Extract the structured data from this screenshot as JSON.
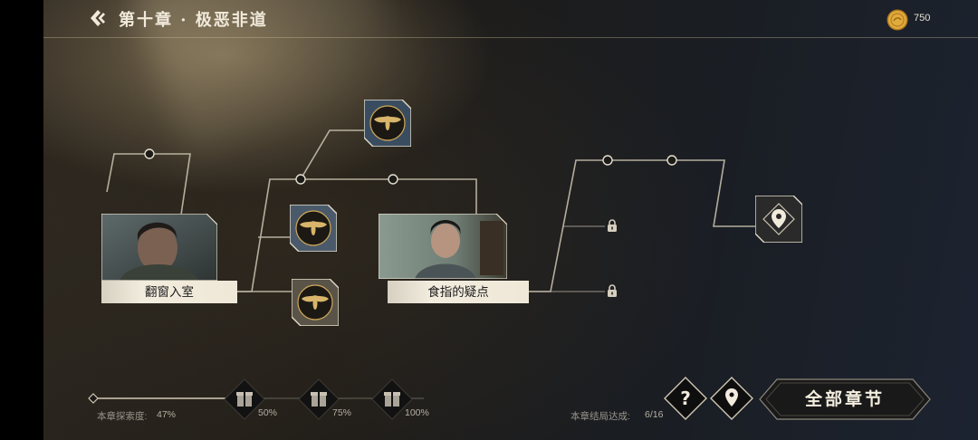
{
  "header": {
    "title": "第十章 · 极恶非道",
    "coins": "750"
  },
  "map": {
    "scene_1": {
      "label": "翻窗入室"
    },
    "scene_2": {
      "label": "食指的疑点"
    }
  },
  "footer": {
    "exploration_label": "本章探索度:",
    "exploration_value": "47%",
    "exploration_progress": 0.47,
    "rewards": [
      {
        "threshold": "50%"
      },
      {
        "threshold": "75%"
      },
      {
        "threshold": "100%"
      }
    ],
    "ending_label": "本章结局达成:",
    "ending_value": "6/16",
    "all_chapters_label": "全部章节"
  },
  "colors": {
    "line": "#cfc7b3",
    "label_bg": "#f2ecde",
    "accent_gold": "#d9a13a"
  },
  "icons": [
    "back-icon",
    "coin-icon",
    "moth-emblem-icon",
    "lock-icon",
    "map-pin-icon",
    "gift-icon",
    "help-icon"
  ]
}
